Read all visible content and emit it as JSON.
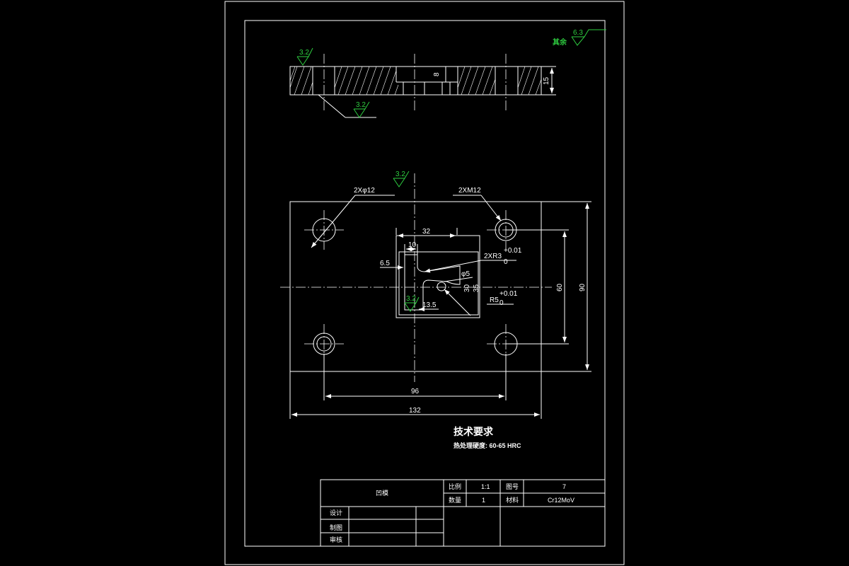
{
  "surface_roughness": {
    "general_label": "其余",
    "general_value": "6.3",
    "top_left": "3.2",
    "section_bottom": "3.2",
    "plan_top": "3.2",
    "opening": "3.2"
  },
  "section_view": {
    "depth_dim": "8",
    "thickness_dim": "15"
  },
  "plan_view": {
    "dowel_holes": "2Xφ12",
    "tapped_holes": "2XM12",
    "opening_width": "32",
    "slot_width": "10",
    "offset": "6.5",
    "radius_small": "2XR3",
    "radius_small_tol_upper": "+0.01",
    "radius_small_tol_lower": "0",
    "small_dia": "φ5",
    "height_a": "30",
    "height_b": "35",
    "radius_large": "R5",
    "radius_large_tol_upper": "+0.01",
    "radius_large_tol_lower": "0",
    "opening_offset": "13.5",
    "hole_spacing_y": "60",
    "overall_height": "90",
    "hole_spacing_x": "96",
    "overall_width": "132"
  },
  "technical_requirements": {
    "title": "技术要求",
    "line1": "热处理硬度: 60-65 HRC"
  },
  "title_block": {
    "part_name": "凹模",
    "scale_label": "比例",
    "scale_value": "1:1",
    "drawing_no_label": "图号",
    "drawing_no_value": "7",
    "quantity_label": "数量",
    "quantity_value": "1",
    "material_label": "材料",
    "material_value": "Cr12MoV",
    "designer_label": "设计",
    "drafter_label": "制图",
    "reviewer_label": "审核"
  }
}
